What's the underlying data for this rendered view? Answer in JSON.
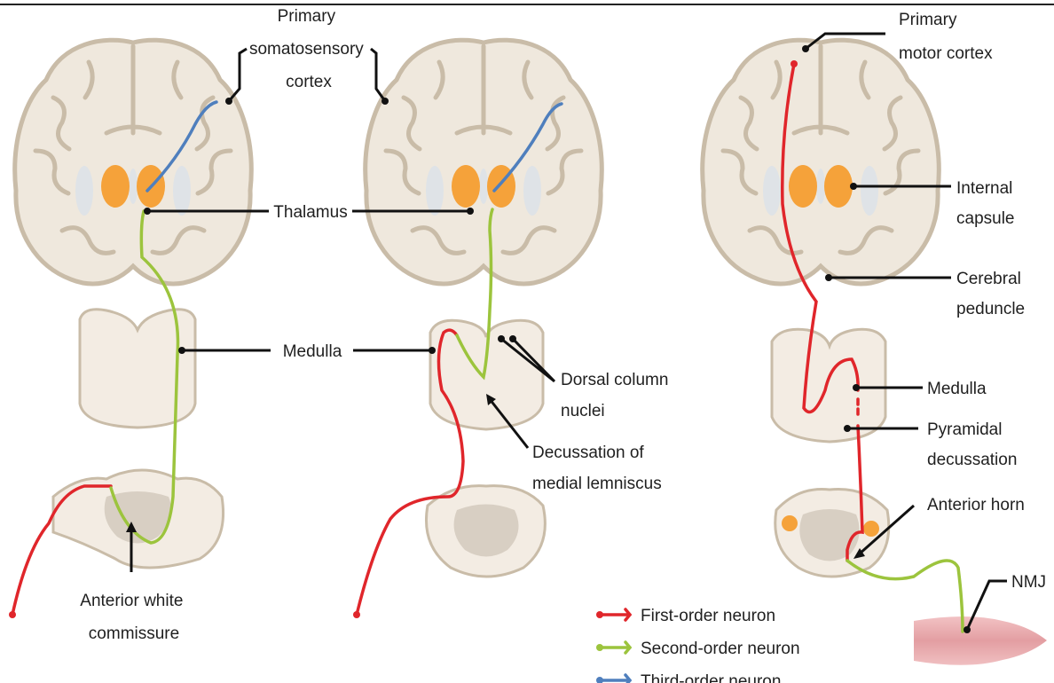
{
  "labels": {
    "primary_somatosensory_cortex": [
      "Primary",
      "somatosensory",
      "cortex"
    ],
    "thalamus": "Thalamus",
    "medulla_left": "Medulla",
    "anterior_white_commissure": [
      "Anterior white",
      "commissure"
    ],
    "dorsal_column_nuclei": [
      "Dorsal column",
      "nuclei"
    ],
    "decussation_medial_lemniscus": [
      "Decussation of",
      "medial lemniscus"
    ],
    "primary_motor_cortex": [
      "Primary",
      "motor cortex"
    ],
    "internal_capsule": [
      "Internal",
      "capsule"
    ],
    "cerebral_peduncle": [
      "Cerebral",
      "peduncle"
    ],
    "medulla_right": "Medulla",
    "pyramidal_decussation": [
      "Pyramidal",
      "decussation"
    ],
    "anterior_horn": "Anterior horn",
    "nmj": "NMJ"
  },
  "legend": [
    {
      "label": "First-order neuron",
      "color": "#e0262b"
    },
    {
      "label": "Second-order neuron",
      "color": "#9cc43d"
    },
    {
      "label": "Third-order neuron",
      "color": "#4f7fbd"
    }
  ],
  "colors": {
    "brain_tissue": "#efe8dd",
    "brain_outline": "#c9bca8",
    "thalamus": "#f5a23a",
    "ventricle": "#dfe3e7",
    "muscle": "#e8a5a8"
  }
}
